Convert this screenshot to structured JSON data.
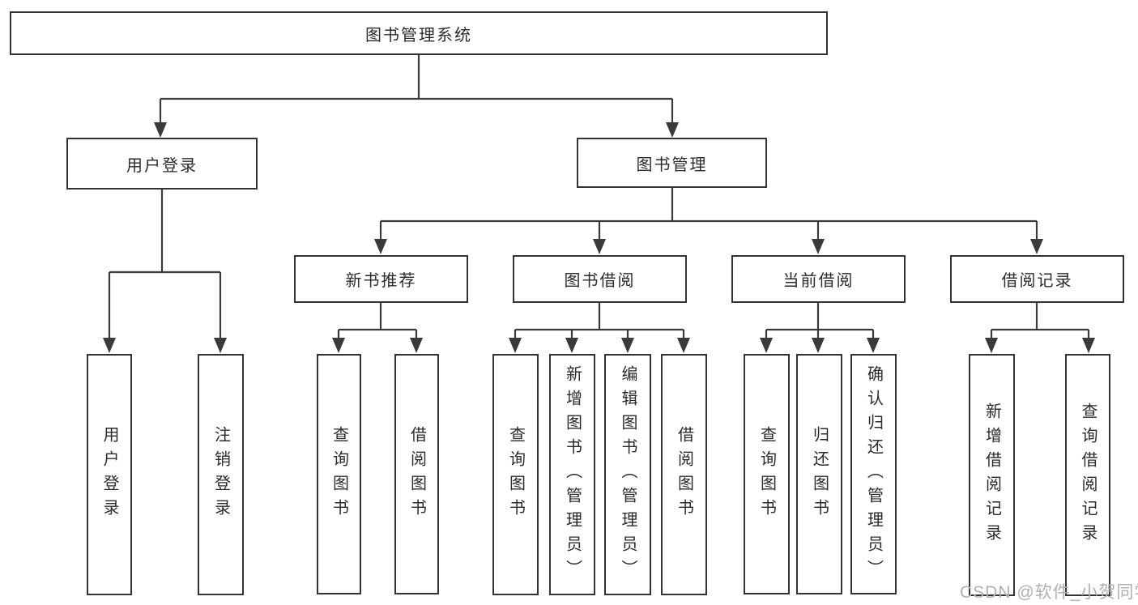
{
  "colors": {
    "box_border": "#333333",
    "connector": "#3a3a3a",
    "background": "#ffffff",
    "watermark_color": "#b0b0b3"
  },
  "watermark": {
    "text": "CSDN @软件_小贺同学"
  },
  "tree": {
    "root": {
      "label": "图书管理系统"
    },
    "branches": [
      {
        "label": "用户登录",
        "children": [
          {
            "label": "用户登录"
          },
          {
            "label": "注销登录"
          }
        ]
      },
      {
        "label": "图书管理",
        "children": [
          {
            "label": "新书推荐",
            "children": [
              {
                "label": "查询图书"
              },
              {
                "label": "借阅图书"
              }
            ]
          },
          {
            "label": "图书借阅",
            "children": [
              {
                "label": "查询图书"
              },
              {
                "label": "新增图书（管理员）"
              },
              {
                "label": "编辑图书（管理员）"
              },
              {
                "label": "借阅图书"
              }
            ]
          },
          {
            "label": "当前借阅",
            "children": [
              {
                "label": "查询图书"
              },
              {
                "label": "归还图书"
              },
              {
                "label": "确认归还（管理员）"
              }
            ]
          },
          {
            "label": "借阅记录",
            "children": [
              {
                "label": "新增借阅记录"
              },
              {
                "label": "查询借阅记录"
              }
            ]
          }
        ]
      }
    ]
  }
}
